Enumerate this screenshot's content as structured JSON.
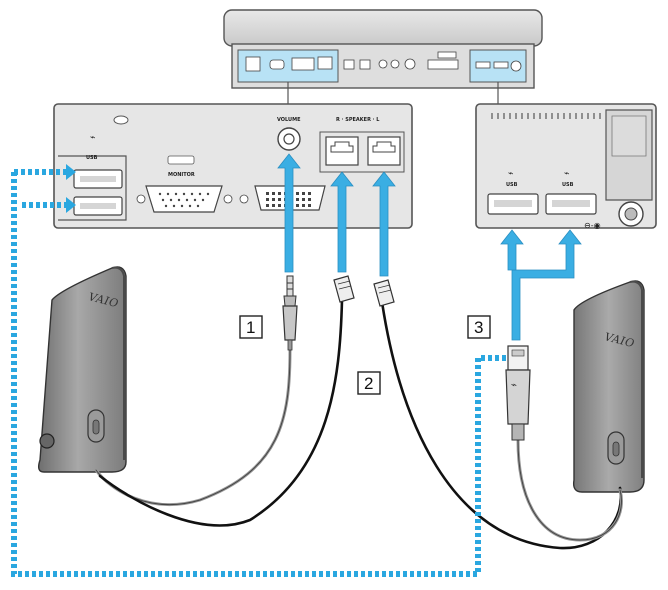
{
  "diagram": {
    "port_labels": {
      "volume": "VOLUME",
      "speaker": "R · SPEAKER · L",
      "monitor": "MONITOR",
      "usb_left": "USB",
      "usb_right_1": "USB",
      "usb_right_2": "USB"
    },
    "brand": "VAIO",
    "step_numbers": [
      "1",
      "2",
      "3"
    ],
    "colors": {
      "connector_dots": "#2aa7e0",
      "arrow": "#3aaee3",
      "panel": "#e6e6e6",
      "panel_stroke": "#555555",
      "speaker": "#8e8e8e",
      "cable": "#222222"
    }
  }
}
